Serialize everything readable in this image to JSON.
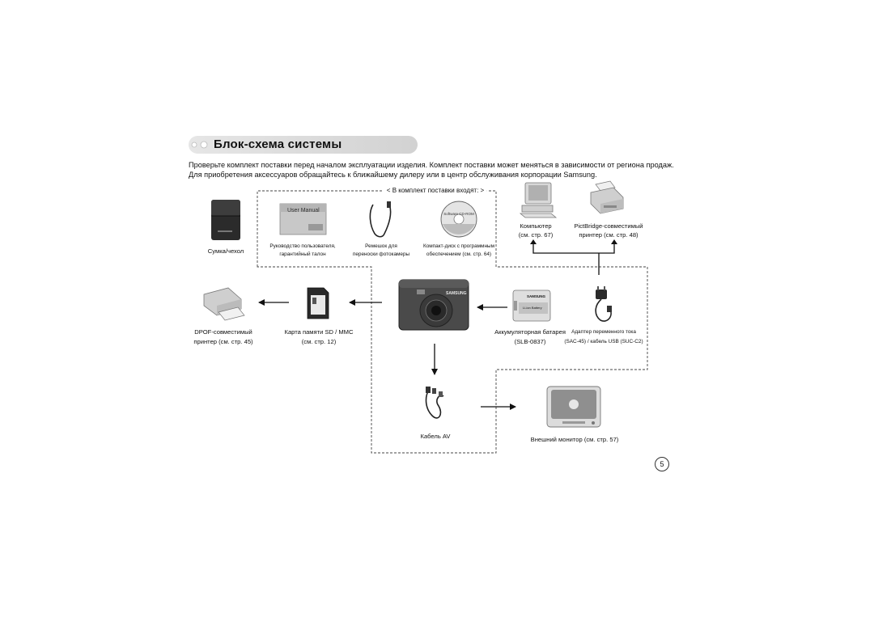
{
  "page": {
    "title": "Блок-схема системы",
    "intro_line1": "Проверьте комплект поставки перед началом эксплуатации изделия. Комплект поставки может меняться в зависимости от региона продаж.",
    "intro_line2": "Для приобретения аксессуаров обращайтесь к ближайшему дилеру или в центр обслуживания корпорации Samsung.",
    "kit_label": "< В комплект поставки входят: >",
    "page_number": "5"
  },
  "items": {
    "case": {
      "label": "Сумка/чехол"
    },
    "manual": {
      "label_line1": "Руководство пользователя,",
      "label_line2": "гарантийный талон",
      "cover_text": "User Manual"
    },
    "strap": {
      "label_line1": "Ремешок для",
      "label_line2": "переноски фотокамеры"
    },
    "cd": {
      "label_line1": "Компакт-диск с программным",
      "label_line2": "обеспечением (см. стр. 64)",
      "disc_text": "Software CD-ROM"
    },
    "computer": {
      "label_line1": "Компьютер",
      "label_line2": "(см. стр. 67)"
    },
    "pictbridge_printer": {
      "label_line1": "PictBridge-совместимый",
      "label_line2": "принтер (см. стр. 48)"
    },
    "dpof_printer": {
      "label_line1": "DPOF-совместимый",
      "label_line2": "принтер (см. стр. 45)"
    },
    "memory_card": {
      "label_line1": "Карта памяти SD / MMC",
      "label_line2": "(см. стр. 12)"
    },
    "camera": {
      "brand": "SAMSUNG"
    },
    "battery": {
      "label_line1": "Аккумуляторная батарея",
      "label_line2": "(SLB-0837)",
      "brand": "SAMSUNG",
      "cell_text": "Li-ion Battery"
    },
    "adapter": {
      "label_line1": "Адаптер переменного тока",
      "label_line2": "(SAC-45) / кабель USB (SUC-C2)"
    },
    "av_cable": {
      "label": "Кабель AV"
    },
    "monitor": {
      "label": "Внешний монитор (см. стр. 57)"
    }
  }
}
